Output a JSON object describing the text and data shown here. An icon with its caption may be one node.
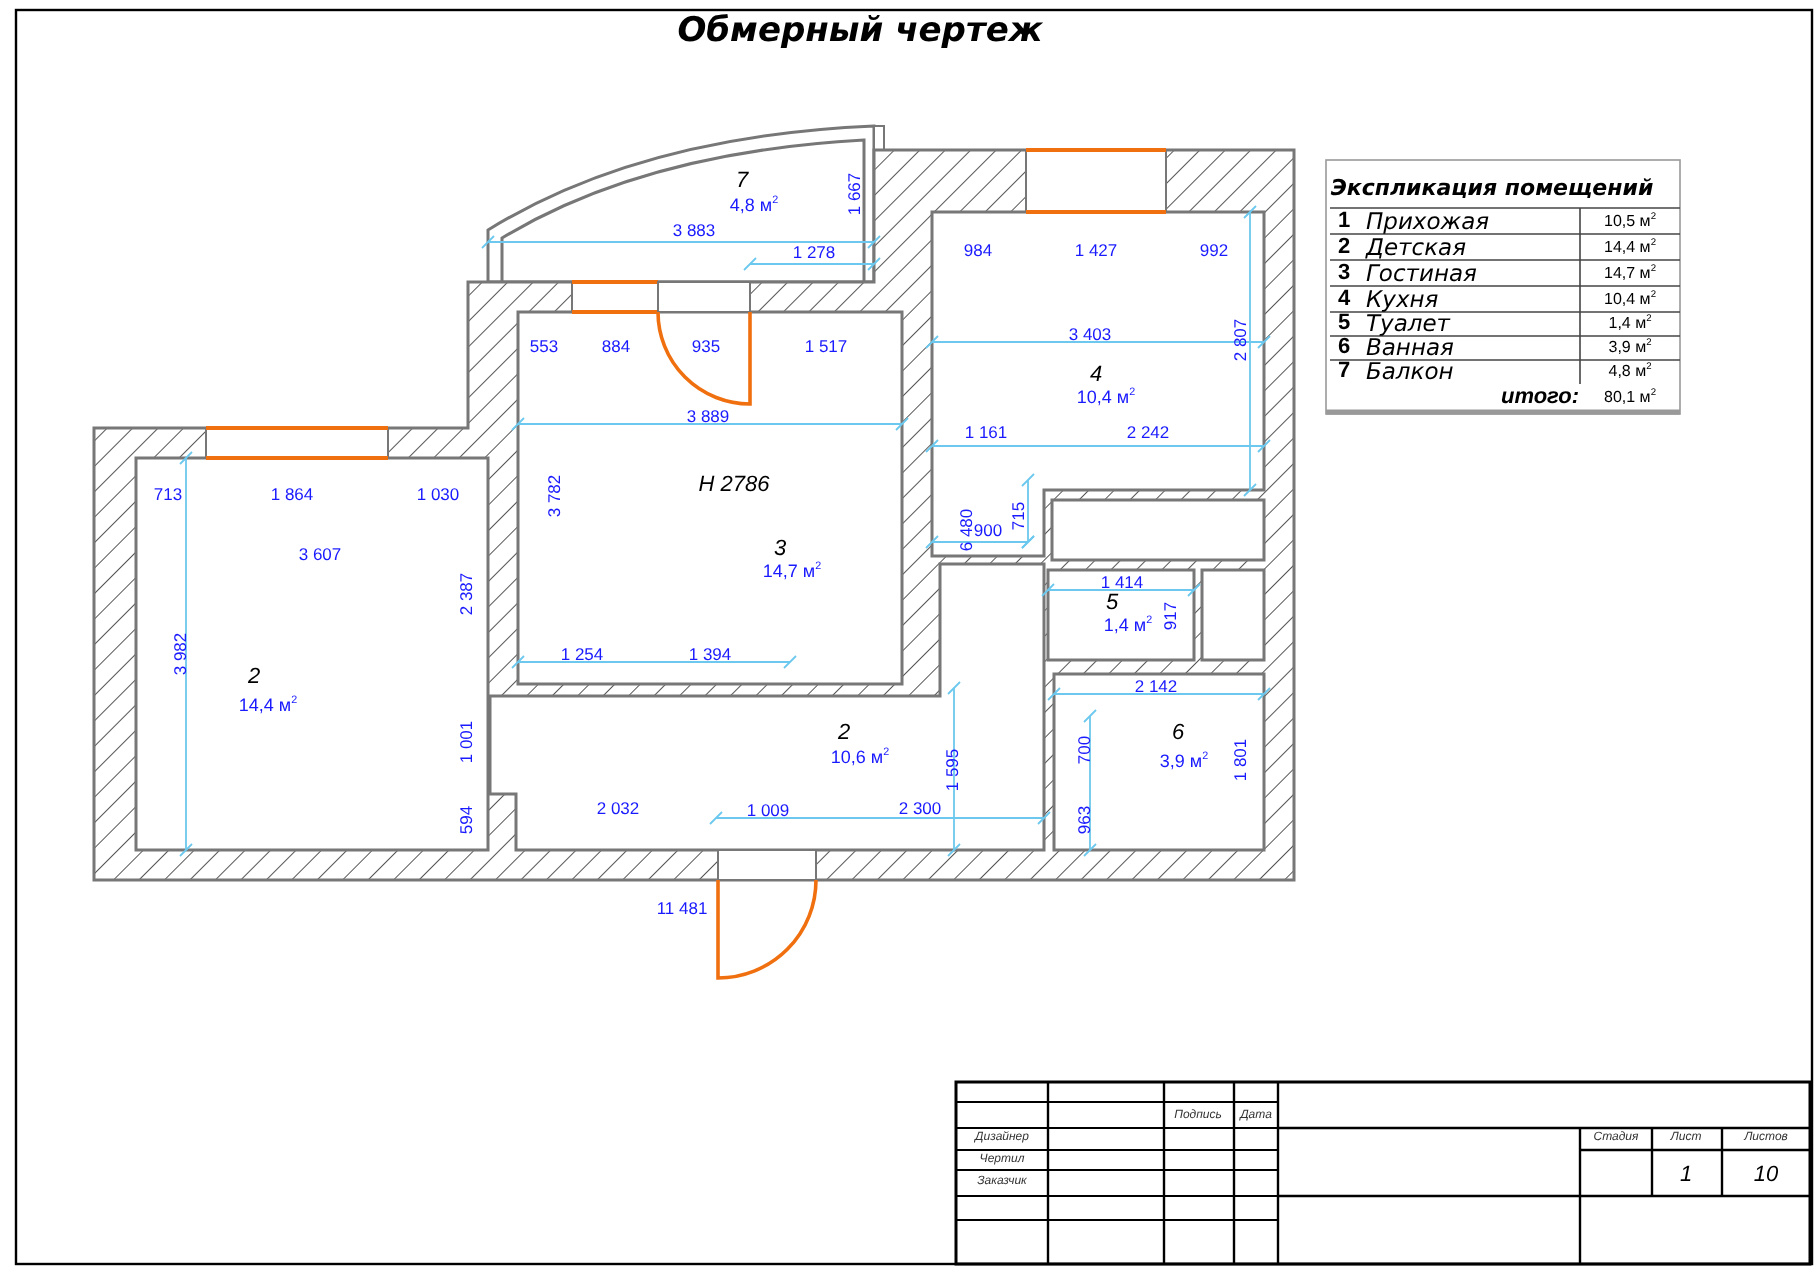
{
  "diagram": {
    "title": "Обмерный чертеж",
    "labels": [
      "7",
      "4,8 м$^{2}$",
      "1 667",
      "3 883",
      "1 278",
      "553",
      "884",
      "935",
      "1 517",
      "3 889",
      "H 2786",
      "3 782",
      "3",
      "14,7 м$^{2}$",
      "1 254",
      "1 394",
      "713",
      "1 864",
      "1 030",
      "3 607",
      "2 387",
      "3 982",
      "2",
      "14,4 м$^{2}$",
      "1 001",
      "594",
      "2",
      "10,6 м$^{2}$",
      "1 595",
      "2 032",
      "1 009",
      "2 300",
      "11 481",
      "984",
      "1 427",
      "992",
      "3 403",
      "2 807",
      "4",
      "10,4 м$^{2}$",
      "1 161",
      "2 242",
      "6 480",
      "715",
      "900",
      "1 414",
      "5",
      "1,4 м$^{2}$",
      "917",
      "2 142",
      "6",
      "3,9 м$^{2}$",
      "700",
      "1 801",
      "963",
      "Экспликация помещений",
      "1",
      "Прихожая",
      "10,5 м$^{2}$",
      "2",
      "Детская",
      "14,4 м$^{2}$",
      "3",
      "Гостиная",
      "14,7 м$^{2}$",
      "4",
      "Кухня",
      "10,4 м$^{2}$",
      "5",
      "Туалет",
      "1,4 м$^{2}$",
      "6",
      "Ванная",
      "3,9 м$^{2}$",
      "7",
      "Балкон",
      "4,8 м$^{2}$",
      "итого:",
      "80,1 м$^{2}$",
      "Подпись",
      "Дата",
      "Дизайнер",
      "Чертил",
      "Заказчик",
      "Стадия",
      "Лист",
      "Листов",
      "1",
      "10"
    ]
  }
}
